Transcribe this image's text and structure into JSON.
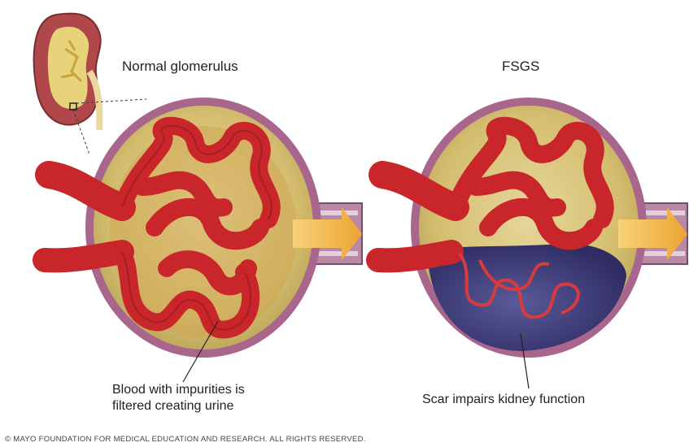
{
  "left_panel": {
    "title": "Normal glomerulus",
    "callout_line1": "Blood with impurities is",
    "callout_line2": "filtered creating urine"
  },
  "right_panel": {
    "title": "FSGS",
    "callout": "Scar impairs kidney function"
  },
  "footer": {
    "copyright": "© MAYO FOUNDATION FOR MEDICAL EDUCATION AND RESEARCH. ALL RIGHTS RESERVED."
  },
  "colors": {
    "capsule_outer": "#a9668c",
    "capsule_fill": "#d8c27a",
    "vessel": "#c8262a",
    "vessel_dark": "#8e1518",
    "scar": "#3f3d78",
    "arrow": "#f0b640",
    "kidney": "#b0474a"
  },
  "icons": [
    "kidney-illustration",
    "glomerulus-illustration",
    "urine-flow-arrow",
    "scar-tissue"
  ]
}
